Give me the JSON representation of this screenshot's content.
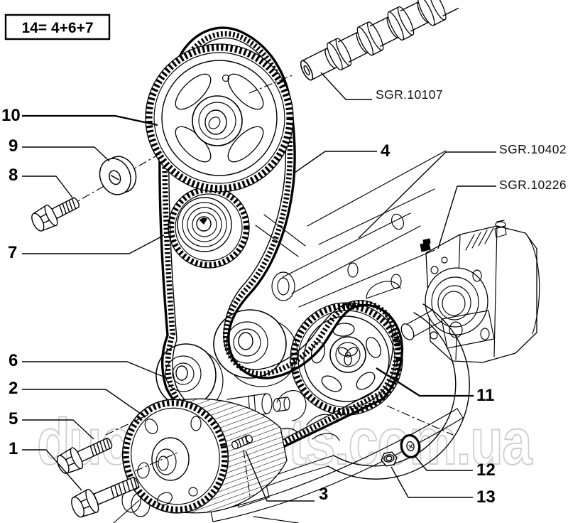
{
  "legend": {
    "formula": "14= 4+6+7"
  },
  "watermark": {
    "text": "ducatoparts.com.ua"
  },
  "labels": {
    "p1": "1",
    "p2": "2",
    "p3": "3",
    "p4": "4",
    "p5": "5",
    "p6": "6",
    "p7": "7",
    "p8": "8",
    "p9": "9",
    "p10": "10",
    "p11": "11",
    "p12": "12",
    "p13": "13"
  },
  "sgr": {
    "s10107": "SGR.10107",
    "s10402": "SGR.10402",
    "s10226": "SGR.10226"
  },
  "colors": {
    "line": "#000000",
    "watermark": "#c7c7c7",
    "background": "#ffffff"
  }
}
